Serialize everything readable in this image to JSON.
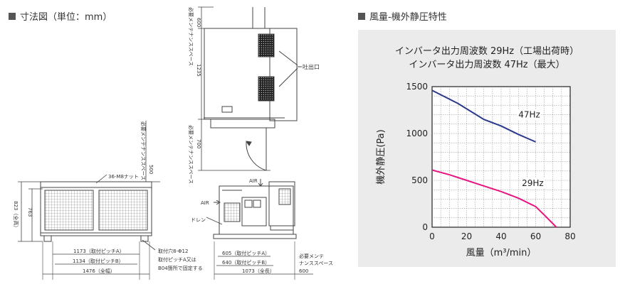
{
  "left_heading": "寸法図（単位：mm）",
  "right_heading": "風量-機外静圧特性",
  "diagram": {
    "maint_600_top_label": "必要メンテナンススペース",
    "maint_600_top_value": "600",
    "height_1235": "1235",
    "maint_700_label": "必要メンテナンススペース",
    "maint_700_value": "700",
    "outlet_label": "吐出口",
    "nut_label": "36-M8ナット",
    "maint_500_label": "必要メンテナンススペース",
    "maint_500_value": "500",
    "height_823": "823（全高）",
    "height_763": "763",
    "dim_1173": "1173（取付ピッチA）",
    "dim_1134": "1134（取付ピッチB）",
    "dim_1476": "1476（全幅）",
    "hole_note_1": "取付穴8-Φ12",
    "hole_note_2": "取付ピッチA又は",
    "hole_note_3": "B04箇所で固定する",
    "air_label_1": "AIR",
    "air_label_2": "AIR",
    "drain_label": "ドレン",
    "dim_605": "605（取付ピッチA）",
    "dim_640": "640（取付ピッチB）",
    "dim_1073": "1073（全長）",
    "maint_600_bottom_1": "必要メンテ",
    "maint_600_bottom_2": "ナンススペース",
    "maint_600_bottom_value": "600"
  },
  "chart_data": {
    "type": "line",
    "title_line1": "インバータ出力周波数 29Hz（工場出荷時）",
    "title_line2": "インバータ出力周波数 47Hz（最大）",
    "xlabel": "風量（m³/min）",
    "ylabel": "機外静圧(Pa)",
    "xlim": [
      0,
      80
    ],
    "ylim": [
      0,
      1500
    ],
    "xticks": [
      0,
      20,
      40,
      60,
      80
    ],
    "yticks": [
      0,
      500,
      1000,
      1500
    ],
    "grid": true,
    "series": [
      {
        "name": "47Hz",
        "color": "#2b3a8c",
        "x": [
          0,
          15,
          30,
          40,
          50,
          60
        ],
        "y": [
          1460,
          1320,
          1150,
          1080,
          990,
          910
        ]
      },
      {
        "name": "29Hz",
        "color": "#e6157f",
        "x": [
          0,
          10,
          20,
          30,
          40,
          50,
          60,
          65,
          72
        ],
        "y": [
          610,
          560,
          500,
          440,
          380,
          310,
          220,
          130,
          0
        ]
      }
    ]
  }
}
